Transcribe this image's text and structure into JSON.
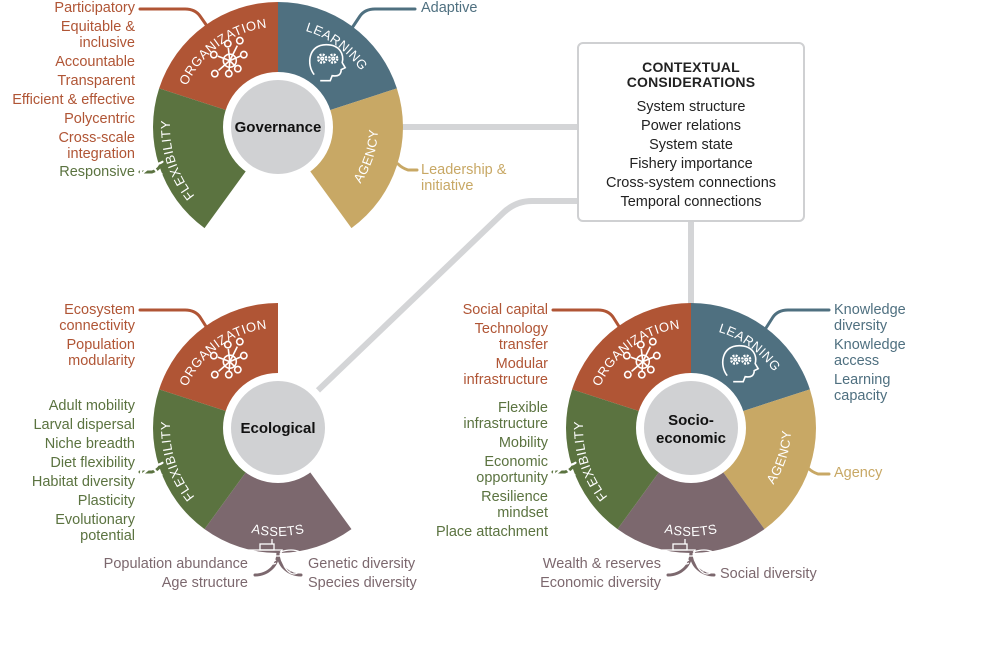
{
  "colors": {
    "organization": "#B05535",
    "learning": "#4F7080",
    "agency": "#C8A865",
    "assets": "#7C686E",
    "flexibility": "#5B7340",
    "center": "#D0D1D3",
    "connector": "#D4D5D7"
  },
  "segment_labels": {
    "organization": "ORGANIZATION",
    "learning": "LEARNING",
    "agency": "AGENCY",
    "assets": "ASSETS",
    "flexibility": "FLEXIBILITY"
  },
  "icons": {
    "organization": "network-icon",
    "learning": "head-gears-icon",
    "agency": "person-arms-raised-icon",
    "assets": "boat-and-net-icon",
    "flexibility": "arrows-multidirection-icon"
  },
  "wheels": {
    "governance": {
      "title": "Governance",
      "segments": [
        "organization",
        "learning",
        "agency",
        "flexibility"
      ],
      "organization_items": [
        "Participatory",
        "Equitable & inclusive",
        "Accountable",
        "Transparent",
        "Efficient & effective",
        "Polycentric",
        "Cross-scale integration"
      ],
      "learning_items": [
        "Adaptive"
      ],
      "agency_items": [
        "Leadership & initiative"
      ],
      "flexibility_items": [
        "Responsive"
      ]
    },
    "ecological": {
      "title": "Ecological",
      "segments": [
        "organization",
        "assets",
        "flexibility"
      ],
      "organization_items": [
        "Ecosystem connectivity",
        "Population modularity"
      ],
      "flexibility_items": [
        "Adult mobility",
        "Larval dispersal",
        "Niche breadth",
        "Diet flexibility",
        "Habitat diversity",
        "Plasticity",
        "Evolutionary potential"
      ],
      "assets_left_items": [
        "Population abundance",
        "Age structure"
      ],
      "assets_right_items": [
        "Genetic diversity",
        "Species diversity"
      ]
    },
    "socioeconomic": {
      "title_line1": "Socio-",
      "title_line2": "economic",
      "segments": [
        "organization",
        "learning",
        "agency",
        "assets",
        "flexibility"
      ],
      "organization_items": [
        "Social capital",
        "Technology transfer",
        "Modular infrastructure"
      ],
      "learning_items": [
        "Knowledge diversity",
        "Knowledge access",
        "Learning capacity"
      ],
      "agency_items": [
        "Agency"
      ],
      "flexibility_items": [
        "Flexible infrastructure",
        "Mobility",
        "Economic opportunity",
        "Resilience mindset",
        "Place attachment"
      ],
      "assets_left_items": [
        "Wealth & reserves",
        "Economic diversity"
      ],
      "assets_right_items": [
        "Social diversity"
      ]
    }
  },
  "contextual": {
    "title_line1": "CONTEXTUAL",
    "title_line2": "CONSIDERATIONS",
    "items": [
      "System structure",
      "Power relations",
      "System state",
      "Fishery importance",
      "Cross-system connections",
      "Temporal connections"
    ]
  }
}
